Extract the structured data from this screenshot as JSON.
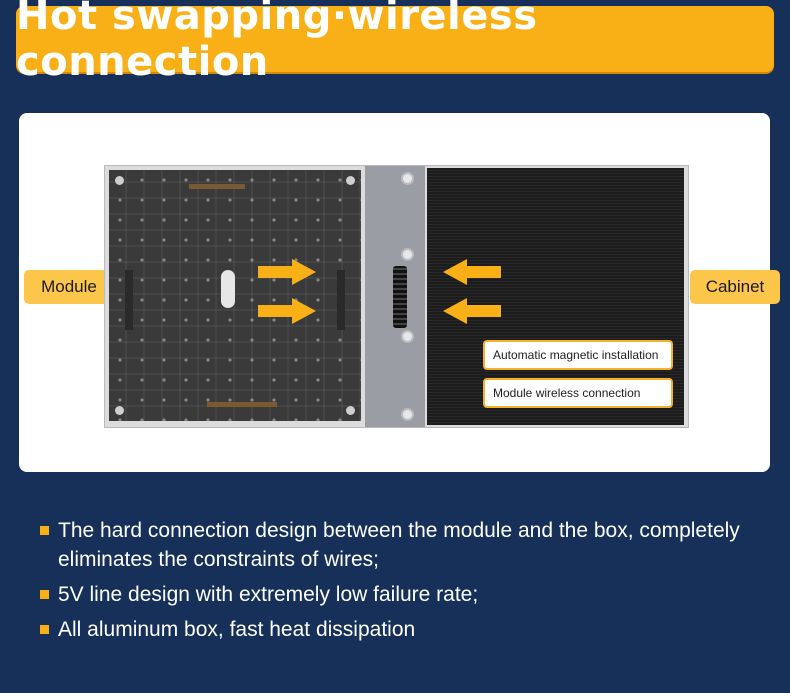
{
  "title": "Hot swapping·wireless connection",
  "labels": {
    "module": "Module",
    "cabinet": "Cabinet"
  },
  "callouts": [
    "Automatic magnetic installation",
    "Module wireless connection"
  ],
  "bullets": [
    "The hard connection design between the module and the box, completely eliminates the constraints of wires;",
    "5V line design with extremely low failure rate;",
    "All aluminum box, fast heat dissipation"
  ],
  "colors": {
    "background": "#16305a",
    "accent": "#f9b017",
    "label_bg": "#fcc64a"
  }
}
